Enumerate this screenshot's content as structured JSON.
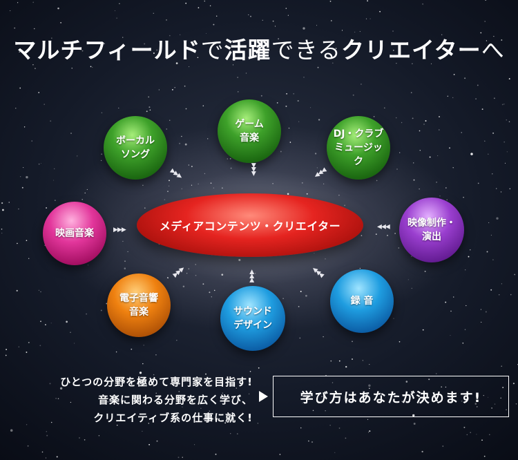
{
  "headline": {
    "part1": "マルチフィールド",
    "part2": "で",
    "part3": "活躍",
    "part4": "できる",
    "part5": "クリエイター",
    "part6": "へ"
  },
  "center_label": "メディアコンテンツ・クリエイター",
  "spheres": [
    {
      "label": "ゲーム\n音楽",
      "color": "green"
    },
    {
      "label": "ボーカル\nソング",
      "color": "green"
    },
    {
      "label": "DJ・クラブ\nミュージック",
      "color": "green"
    },
    {
      "label": "映画音楽",
      "color": "pink"
    },
    {
      "label": "映像制作・\n演出",
      "color": "purple"
    },
    {
      "label": "電子音響\n音楽",
      "color": "orange"
    },
    {
      "label": "サウンド\nデザイン",
      "color": "blue"
    },
    {
      "label": "録 音",
      "color": "blue"
    }
  ],
  "message_lines": [
    "ひとつの分野を極めて専門家を目指す!",
    "音楽に関わる分野を広く学び、",
    "クリエイティブ系の仕事に就く!"
  ],
  "box_text": "学び方はあなたが決めます!",
  "arrow_glyph": "▶▶▶"
}
